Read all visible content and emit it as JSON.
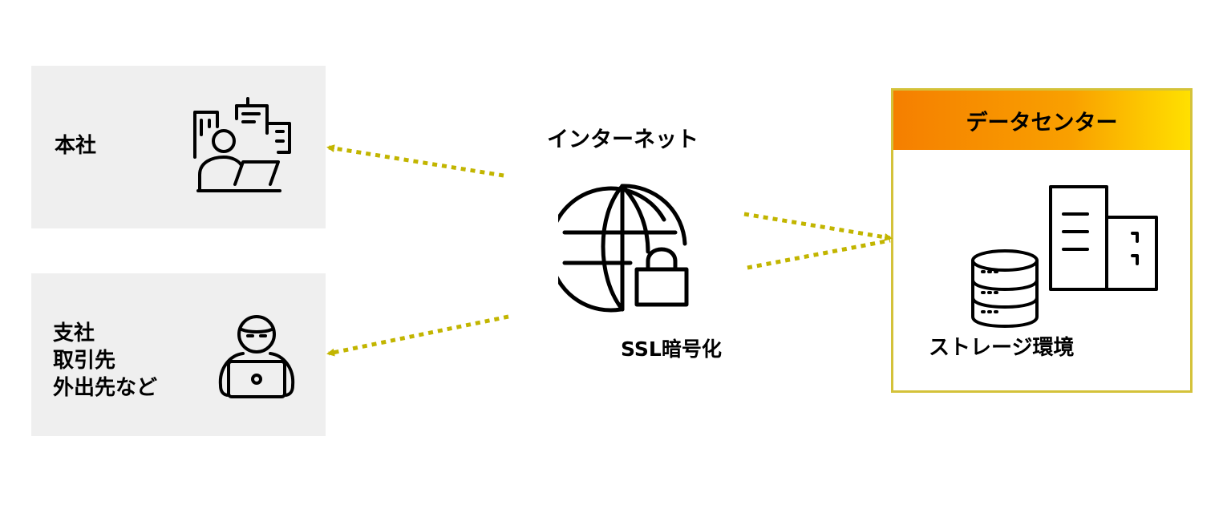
{
  "locations": {
    "head_office": {
      "label": "本社",
      "icon": "office-worker-buildings-icon"
    },
    "branch": {
      "label": "支社\n取引先\n外出先など",
      "icon": "person-laptop-icon"
    }
  },
  "internet": {
    "label": "インターネット",
    "icon": "globe-lock-icon",
    "encryption_label": "SSL暗号化"
  },
  "datacenter": {
    "title": "データセンター",
    "storage_label": "ストレージ環境",
    "icons": [
      "database-icon",
      "server-building-icon"
    ]
  },
  "colors": {
    "box_bg": "#efefef",
    "arrow": "#c2b500",
    "dc_border": "#d4c23a",
    "dc_header_from": "#f57f00",
    "dc_header_to": "#ffe000"
  }
}
